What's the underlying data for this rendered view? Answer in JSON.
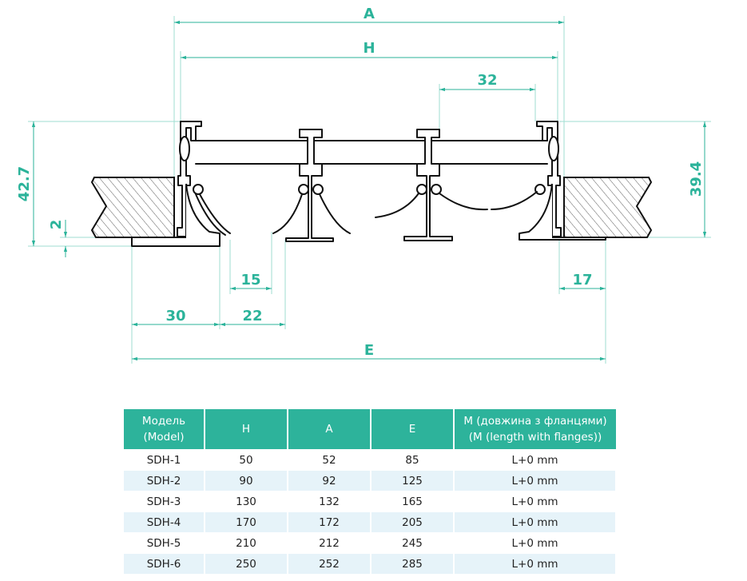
{
  "colors": {
    "accent": "#2bb39a",
    "header_bg": "#2db39b",
    "row_alt": "#e6f3f9"
  },
  "dimensions": {
    "A": "A",
    "H": "H",
    "d32": "32",
    "d42_7": "42.7",
    "d2": "2",
    "d39_4": "39.4",
    "d15": "15",
    "d17": "17",
    "d30": "30",
    "d22": "22",
    "E": "E"
  },
  "table": {
    "headers": [
      [
        "Модель",
        "(Model)"
      ],
      [
        "H"
      ],
      [
        "A"
      ],
      [
        "E"
      ],
      [
        "M (довжина з фланцями)",
        "(M (length with flanges))"
      ]
    ],
    "rows": [
      [
        "SDH-1",
        "50",
        "52",
        "85",
        "L+0 mm"
      ],
      [
        "SDH-2",
        "90",
        "92",
        "125",
        "L+0 mm"
      ],
      [
        "SDH-3",
        "130",
        "132",
        "165",
        "L+0 mm"
      ],
      [
        "SDH-4",
        "170",
        "172",
        "205",
        "L+0 mm"
      ],
      [
        "SDH-5",
        "210",
        "212",
        "245",
        "L+0 mm"
      ],
      [
        "SDH-6",
        "250",
        "252",
        "285",
        "L+0 mm"
      ]
    ]
  }
}
